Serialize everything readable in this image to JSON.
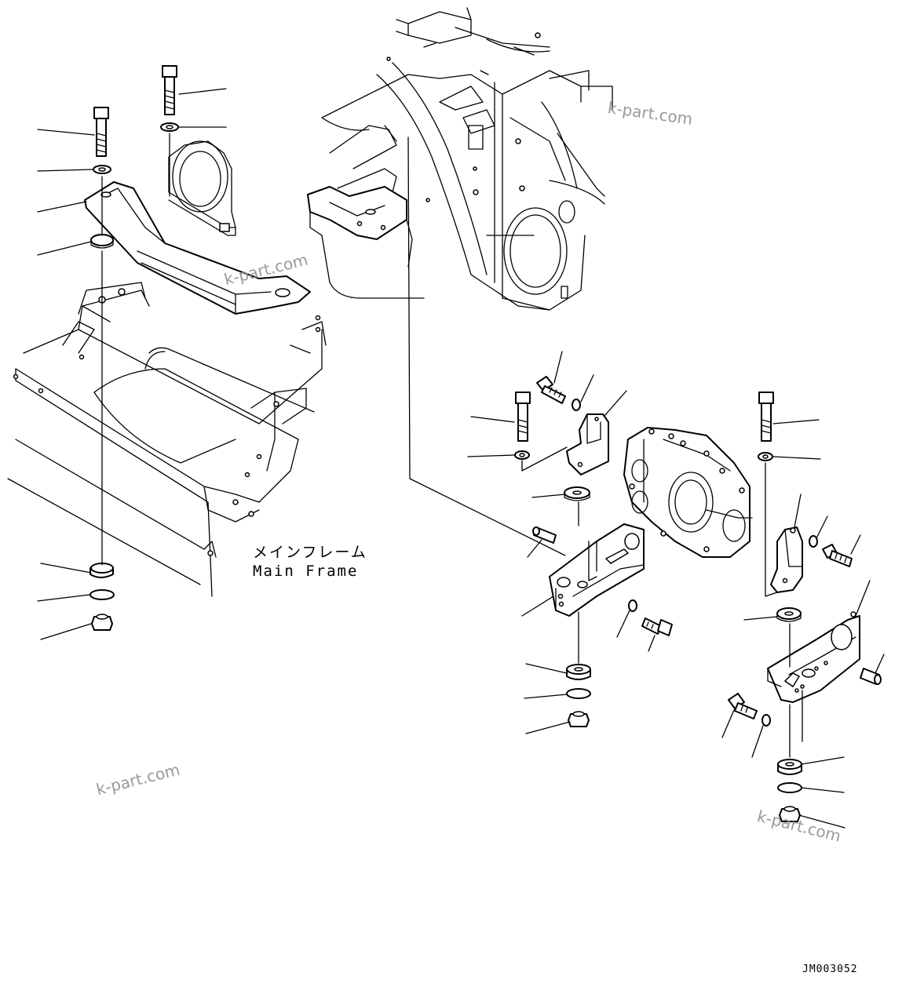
{
  "diagram": {
    "label_jp": "メインフレーム",
    "label_en": "Main Frame",
    "figure_id": "JM003052"
  },
  "watermarks": [
    "k-part.com",
    "k-part.com",
    "k-part.com",
    "k-part.com"
  ]
}
